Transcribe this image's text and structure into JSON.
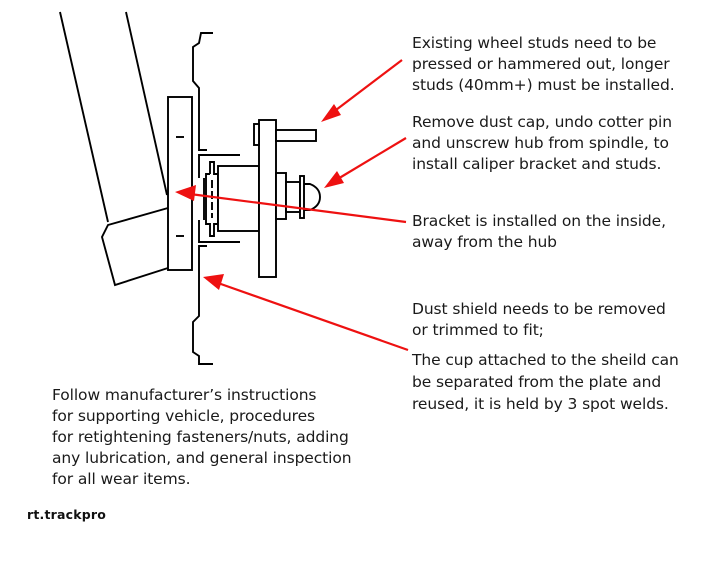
{
  "diagram": {
    "title": "Caliper bracket installation diagram",
    "arrow_color": "#ee1111",
    "parts": [
      "upright",
      "steering-knuckle",
      "caliper-bracket",
      "dust-shield",
      "hub-cup",
      "hub-body",
      "hub-flange",
      "wheel-stud",
      "dust-cap"
    ]
  },
  "notes": {
    "studs": {
      "lines": [
        "Existing wheel studs need to be",
        "pressed or hammered out, longer",
        "studs (40mm+) must be installed."
      ]
    },
    "dust_cap": {
      "lines": [
        "Remove dust cap, undo cotter pin",
        "and unscrew hub from spindle, to",
        "install caliper bracket and studs."
      ]
    },
    "bracket": {
      "lines": [
        "Bracket is installed on the inside,",
        "away from the hub"
      ]
    },
    "shield": {
      "lines": [
        "Dust shield needs to be removed",
        "or trimmed to fit;"
      ]
    },
    "cup": {
      "lines": [
        "The cup attached to the sheild can",
        "be separated from the plate and",
        "reused, it is held by 3 spot welds."
      ]
    },
    "follow": {
      "lines": [
        "Follow manufacturer’s instructions",
        "for supporting vehicle, procedures",
        "for retightening fasteners/nuts, adding",
        "any lubrication, and general inspection",
        "for all wear items."
      ]
    }
  },
  "brand": "rt.trackpro"
}
